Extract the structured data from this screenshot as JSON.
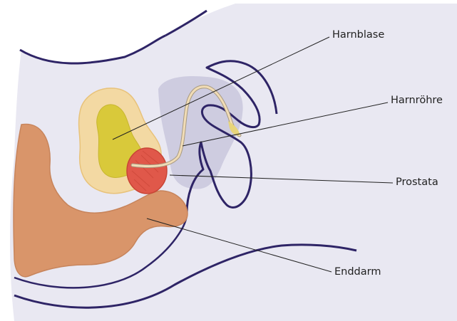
{
  "labels": {
    "bladder": "Harnblase",
    "urethra": "Harnröhre",
    "prostate": "Prostata",
    "rectum": "Enddarm"
  },
  "colors": {
    "body_fill": "#e9e8f2",
    "body_outline": "#2e2466",
    "bladder_outer": "#f3d9a3",
    "bladder_inner": "#d9c93a",
    "prostate": "#e0584a",
    "rectum": "#d9956a",
    "urethra": "#f1dcb6",
    "penis_shadow": "#c9c7dd",
    "leader_line": "#222222"
  }
}
